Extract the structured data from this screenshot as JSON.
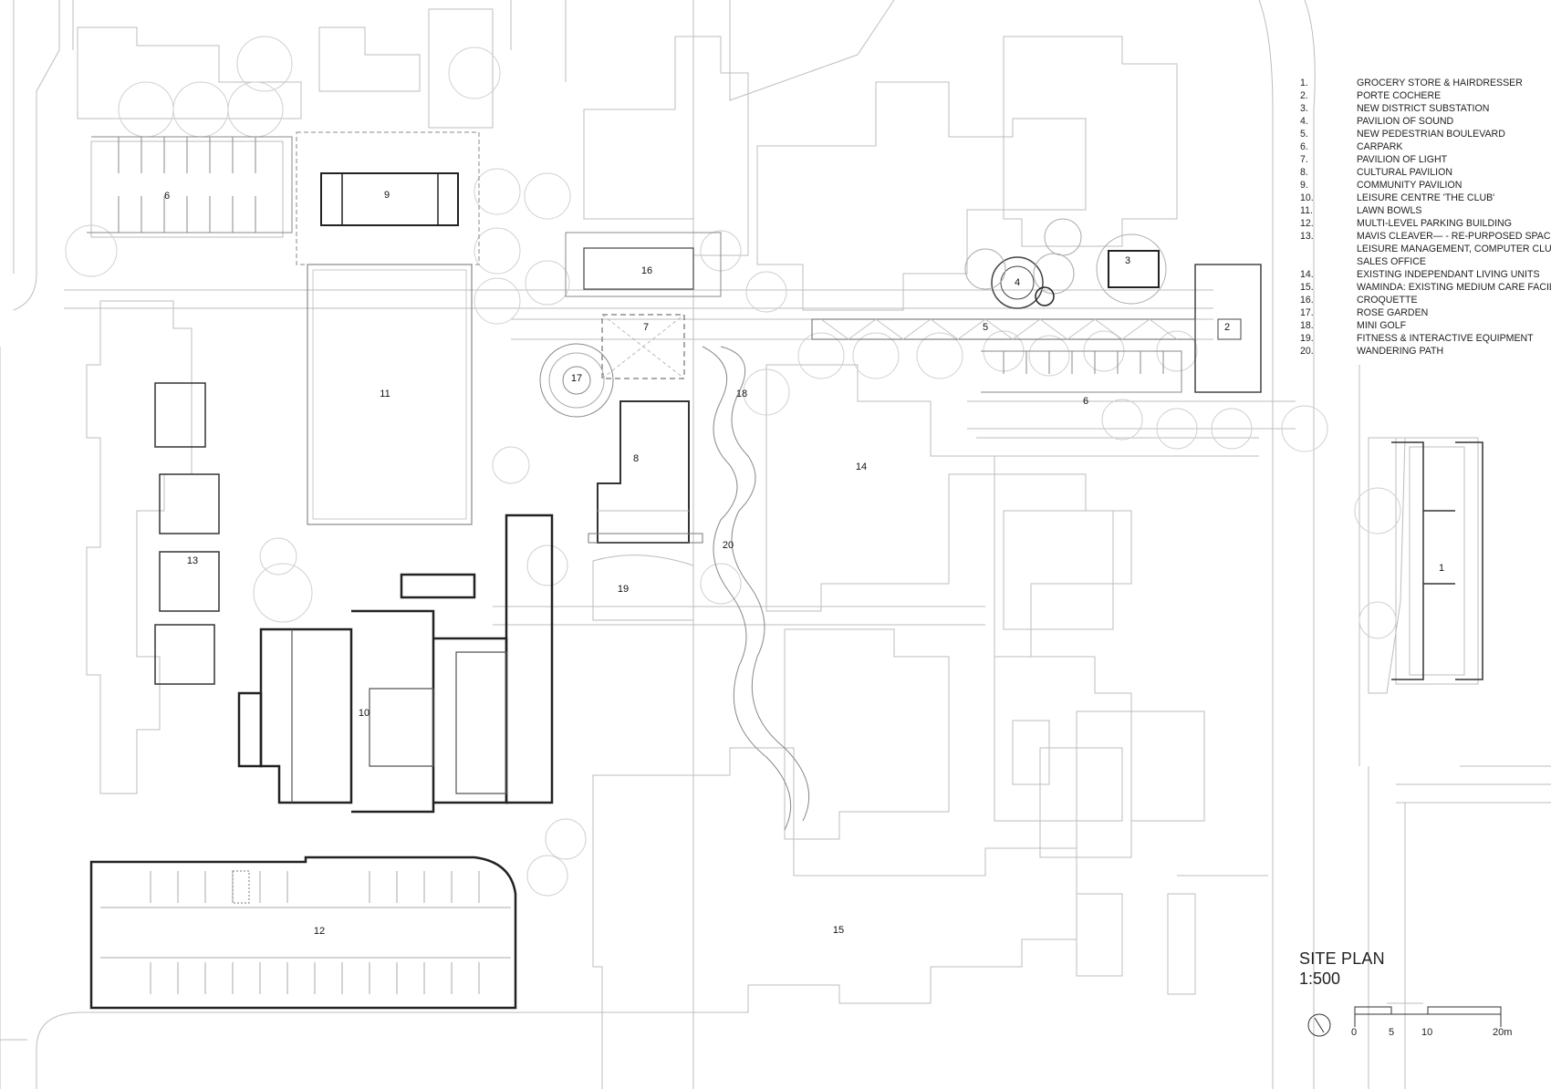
{
  "legend": [
    {
      "num": "1.",
      "label": "GROCERY STORE & HAIRDRESSER"
    },
    {
      "num": "2.",
      "label": "PORTE COCHERE"
    },
    {
      "num": "3.",
      "label": "NEW DISTRICT SUBSTATION"
    },
    {
      "num": "4.",
      "label": "PAVILION OF SOUND"
    },
    {
      "num": "5.",
      "label": "NEW PEDESTRIAN BOULEVARD"
    },
    {
      "num": "6.",
      "label": "CARPARK"
    },
    {
      "num": "7.",
      "label": "PAVILION OF LIGHT"
    },
    {
      "num": "8.",
      "label": "CULTURAL PAVILION"
    },
    {
      "num": "9.",
      "label": "COMMUNITY PAVILION"
    },
    {
      "num": "10.",
      "label": "LEISURE CENTRE 'THE CLUB'"
    },
    {
      "num": "11.",
      "label": "LAWN BOWLS"
    },
    {
      "num": "12.",
      "label": "MULTI-LEVEL PARKING BUILDING"
    },
    {
      "num": "13.",
      "label": "MAVIS CLEAVER— - RE-PURPOSED SPACES:"
    },
    {
      "num": "",
      "label": "LEISURE MANAGEMENT, COMPUTER CLUB,"
    },
    {
      "num": "",
      "label": "SALES OFFICE"
    },
    {
      "num": "14.",
      "label": "EXISTING INDEPENDANT LIVING UNITS"
    },
    {
      "num": "15.",
      "label": "WAMINDA: EXISTING MEDIUM CARE FACILITY"
    },
    {
      "num": "16.",
      "label": "CROQUETTE"
    },
    {
      "num": "17.",
      "label": "ROSE GARDEN"
    },
    {
      "num": "18.",
      "label": "MINI GOLF"
    },
    {
      "num": "19.",
      "label": "FITNESS & INTERACTIVE EQUIPMENT"
    },
    {
      "num": "20.",
      "label": "WANDERING PATH"
    }
  ],
  "title": "SITE PLAN",
  "scale": "1:500",
  "scale_bar": {
    "labels": [
      "0",
      "5",
      "10",
      "20m"
    ]
  },
  "plan_labels": {
    "l1": "1",
    "l2": "2",
    "l3": "3",
    "l4": "4",
    "l5": "5",
    "l6a": "6",
    "l6b": "6",
    "l7": "7",
    "l8": "8",
    "l9": "9",
    "l10": "10",
    "l11": "11",
    "l12": "12",
    "l13": "13",
    "l14": "14",
    "l15": "15",
    "l16": "16",
    "l17": "17",
    "l18": "18",
    "l19": "19",
    "l20": "20"
  }
}
